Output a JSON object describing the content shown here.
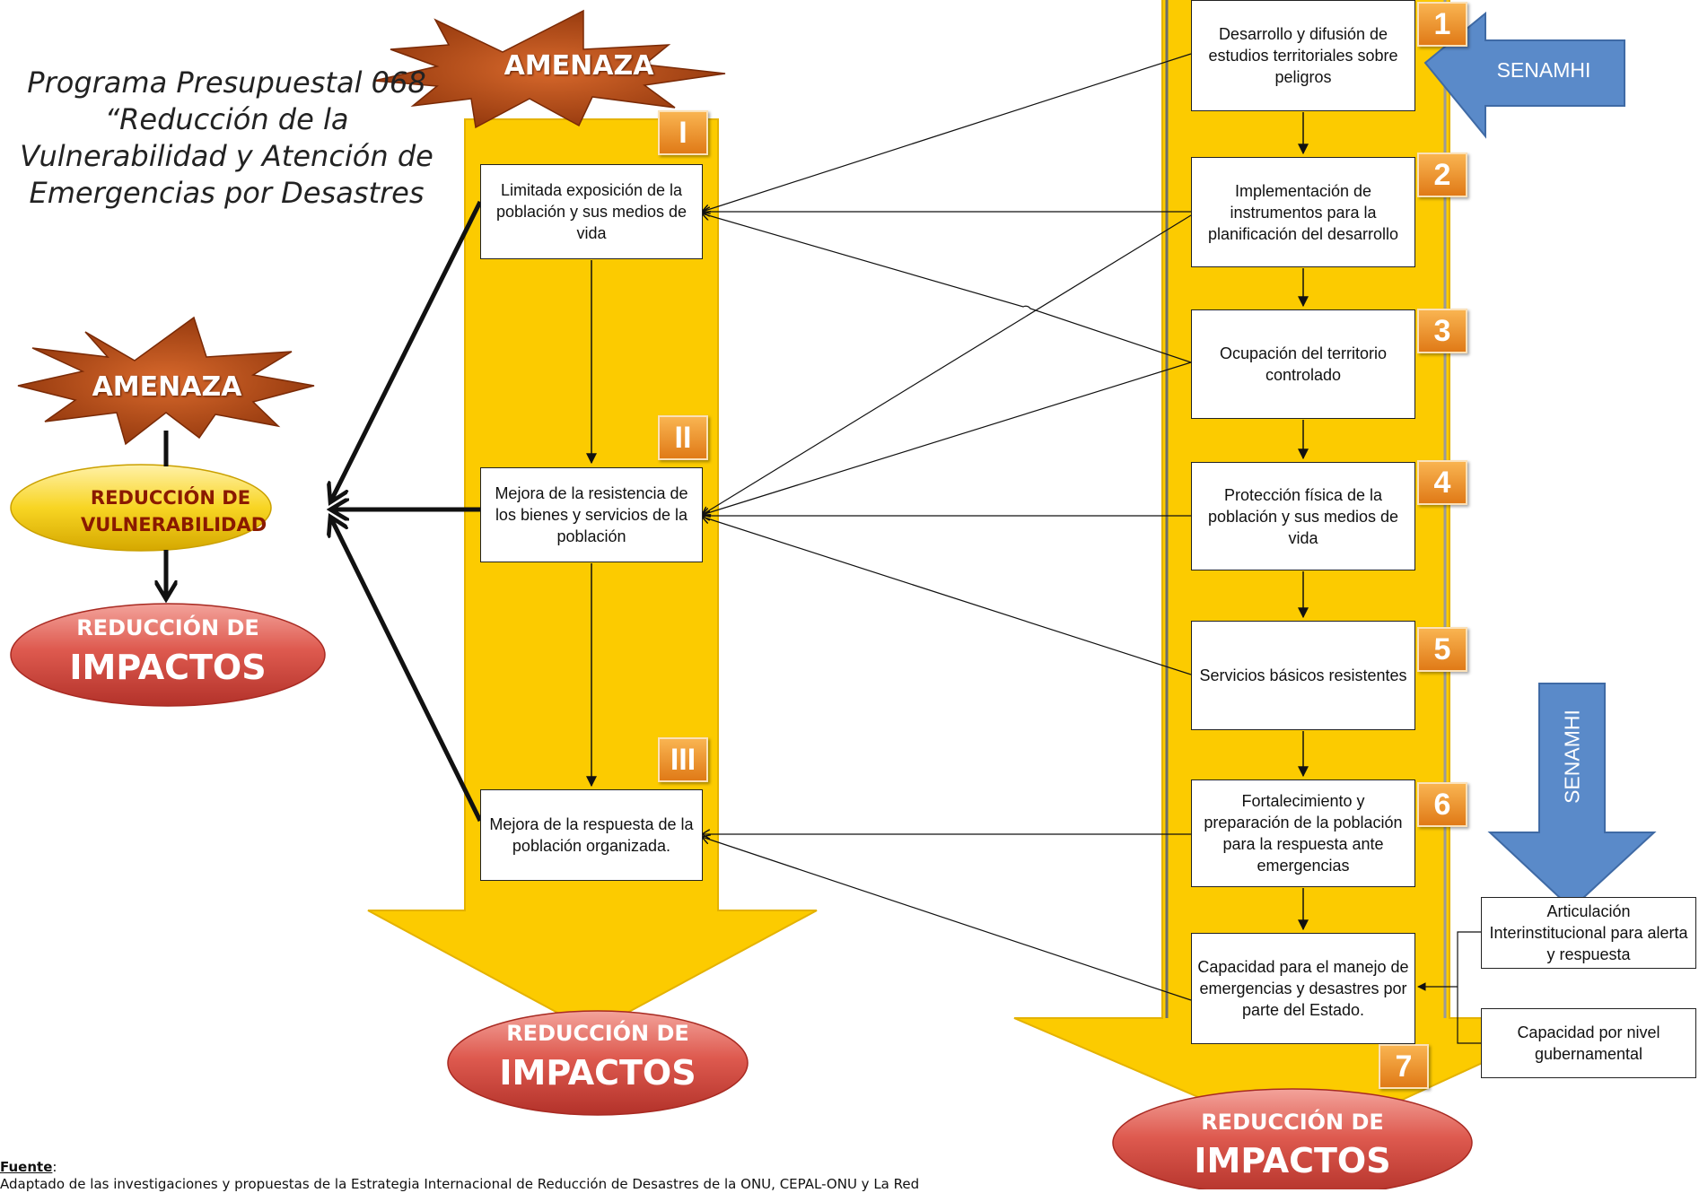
{
  "title": "Programa Presupuestal 068 “Reducción de la Vulnerabilidad y Atención de Emergencias por Desastres",
  "threat_label": "AMENAZA",
  "reduction_vulnerability": "REDUCCIÓN DE VULNERABILIDAD",
  "impact_top": "REDUCCIÓN DE",
  "impact_bottom": "IMPACTOS",
  "senamhi": "SENAMHI",
  "middle_boxes": [
    {
      "numeral": "I",
      "text": "Limitada exposición de la población y sus medios de vida"
    },
    {
      "numeral": "II",
      "text": "Mejora de la resistencia de los bienes y servicios de la población"
    },
    {
      "numeral": "III",
      "text": "Mejora de la respuesta de la población organizada."
    }
  ],
  "right_boxes": [
    {
      "number": "1",
      "text": "Desarrollo y difusión de estudios territoriales sobre peligros"
    },
    {
      "number": "2",
      "text": "Implementación de instrumentos para la planificación del desarrollo"
    },
    {
      "number": "3",
      "text": "Ocupación del territorio controlado"
    },
    {
      "number": "4",
      "text": "Protección física de la población y sus medios de vida"
    },
    {
      "number": "5",
      "text": "Servicios básicos resistentes"
    },
    {
      "number": "6",
      "text": "Fortalecimiento y preparación de la población para la respuesta ante emergencias"
    },
    {
      "number": "7",
      "text": "Capacidad para el manejo de emergencias y desastres por parte del Estado."
    }
  ],
  "side_boxes": [
    {
      "text": "Articulación Interinstitucional para alerta y respuesta"
    },
    {
      "text": "Capacidad por nivel gubernamental"
    }
  ],
  "source_label": "Fuente",
  "source_text": "Adaptado de las investigaciones y propuestas de la Estrategia Internacional de Reducción de Desastres  de la ONU, CEPAL-ONU y La Red",
  "colors": {
    "band_yellow": "#fccb00",
    "starburst": "#b8480e",
    "badge_orange": "#ef8f29",
    "oval_red": "#d94a40",
    "oval_yellow": "#f7d11c",
    "senamhi_blue": "#5a8ac9"
  }
}
